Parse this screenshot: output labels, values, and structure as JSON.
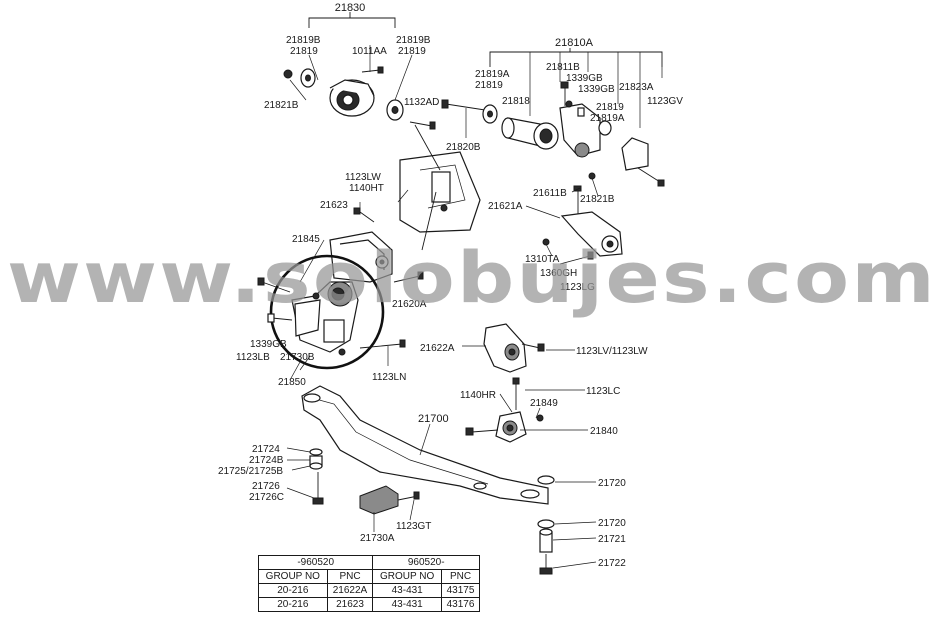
{
  "labels": {
    "p21830": "21830",
    "p21819B_l": "21819B",
    "p21819_l": "21819",
    "p1011AA": "1011AA",
    "p21819B_r": "21819B",
    "p21819_r": "21819",
    "p21821B_l": "21821B",
    "p1132AD": "1132AD",
    "p21820B": "21820B",
    "p21810A": "21810A",
    "p21819A_t": "21819A",
    "p21819_t": "21819",
    "p21818": "21818",
    "p21811B": "21811B",
    "p1339GB_a": "1339GB",
    "p1339GB_b": "1339GB",
    "p21823A": "21823A",
    "p1123GV": "1123GV",
    "p21819_m": "21819",
    "p21819A_m": "21819A",
    "p1123LW_t": "1123LW",
    "p1140HT": "1140HT",
    "p21623": "21623",
    "p21611B": "21611B",
    "p21821B_r": "21821B",
    "p21621A": "21621A",
    "p21845": "21845",
    "p1310TA": "1310TA",
    "p1360GH": "1360GH",
    "p1123LG": "1123LG",
    "p21620A": "21620A",
    "p1339GB_c": "1339GB",
    "p1123LB": "1123LB",
    "p21730B": "21730B",
    "p21622A": "21622A",
    "p1123LV_LW": "1123LV/1123LW",
    "p1123LN": "1123LN",
    "p21850": "21850",
    "p1140HR": "1140HR",
    "p1123LC": "1123LC",
    "p21849": "21849",
    "p21700": "21700",
    "p21840": "21840",
    "p21724": "21724",
    "p21724B": "21724B",
    "p21725": "21725/21725B",
    "p21726": "21726",
    "p21726C": "21726C",
    "p21720_a": "21720",
    "p21720_b": "21720",
    "p21721": "21721",
    "p21722": "21722",
    "p21730A": "21730A",
    "p1123GT": "1123GT"
  },
  "watermark": "www.solobujes.com",
  "table": {
    "group_headers": [
      "-960520",
      "960520-"
    ],
    "column_headers": [
      "GROUP NO",
      "PNC",
      "GROUP NO",
      "PNC"
    ],
    "rows": [
      [
        "20-216",
        "21622A",
        "43-431",
        "43175"
      ],
      [
        "20-216",
        "21623",
        "43-431",
        "43176"
      ]
    ]
  }
}
